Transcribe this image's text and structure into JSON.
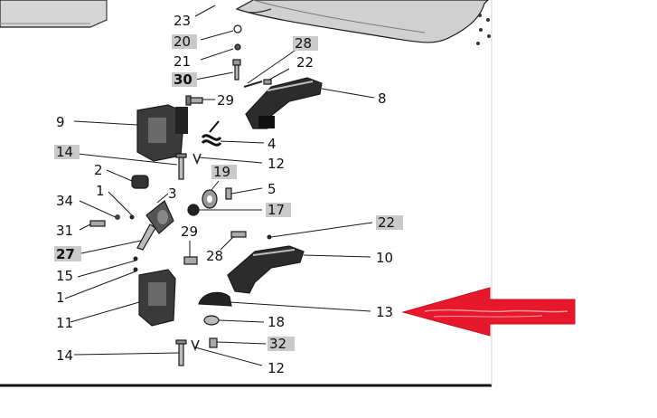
{
  "diagram": {
    "callouts": [
      {
        "id": "23",
        "text": "23"
      },
      {
        "id": "20",
        "text": "20"
      },
      {
        "id": "28a",
        "text": "28"
      },
      {
        "id": "21",
        "text": "21"
      },
      {
        "id": "22a",
        "text": "22"
      },
      {
        "id": "30",
        "text": "30"
      },
      {
        "id": "29a",
        "text": "29"
      },
      {
        "id": "8",
        "text": "8"
      },
      {
        "id": "9",
        "text": "9"
      },
      {
        "id": "4",
        "text": "4"
      },
      {
        "id": "14a",
        "text": "14"
      },
      {
        "id": "12a",
        "text": "12"
      },
      {
        "id": "2",
        "text": "2"
      },
      {
        "id": "19",
        "text": "19"
      },
      {
        "id": "1a",
        "text": "1"
      },
      {
        "id": "3",
        "text": "3"
      },
      {
        "id": "5",
        "text": "5"
      },
      {
        "id": "34",
        "text": "34"
      },
      {
        "id": "17",
        "text": "17"
      },
      {
        "id": "31",
        "text": "31"
      },
      {
        "id": "22b",
        "text": "22"
      },
      {
        "id": "29b",
        "text": "29"
      },
      {
        "id": "27",
        "text": "27"
      },
      {
        "id": "28b",
        "text": "28"
      },
      {
        "id": "10",
        "text": "10"
      },
      {
        "id": "15",
        "text": "15"
      },
      {
        "id": "1b",
        "text": "1"
      },
      {
        "id": "13",
        "text": "13"
      },
      {
        "id": "11",
        "text": "11"
      },
      {
        "id": "18",
        "text": "18"
      },
      {
        "id": "14b",
        "text": "14"
      },
      {
        "id": "32",
        "text": "32"
      },
      {
        "id": "12b",
        "text": "12"
      }
    ],
    "arrow": {
      "color": "#e8182c",
      "points_to": "13"
    }
  }
}
